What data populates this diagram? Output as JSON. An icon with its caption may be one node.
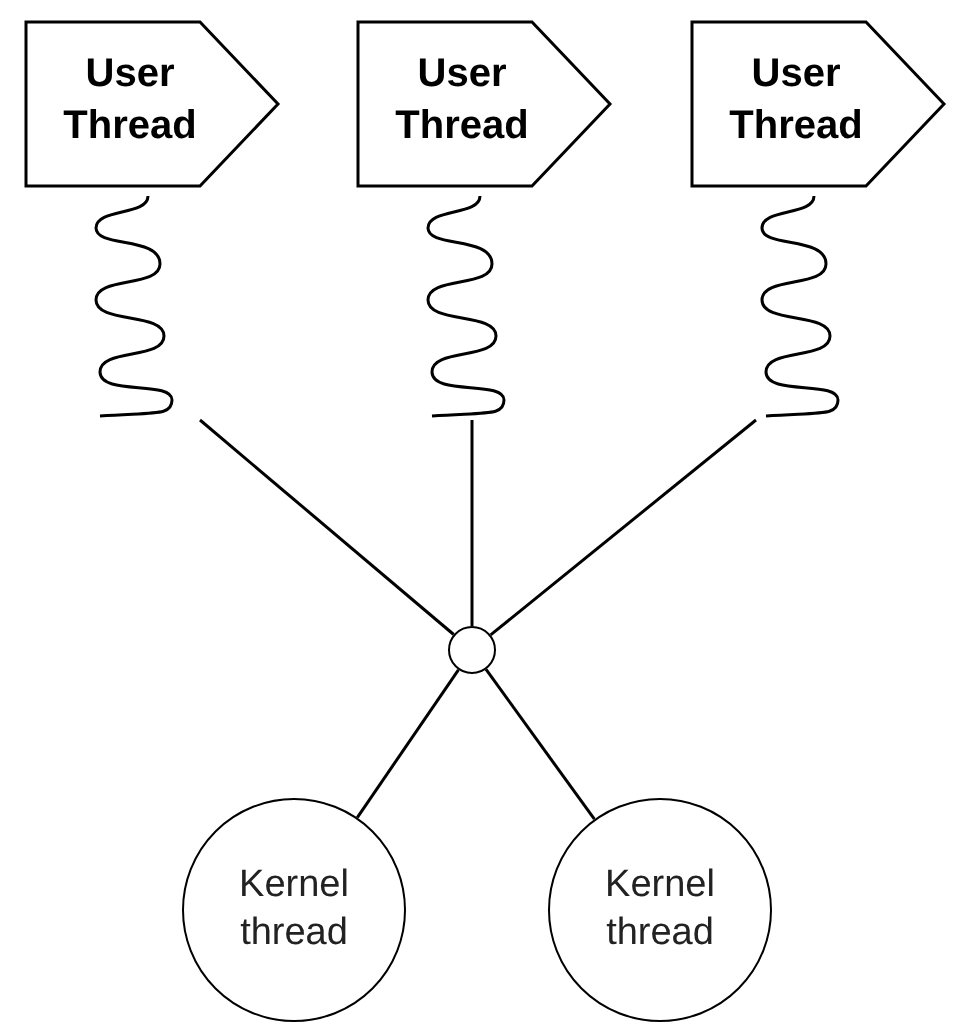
{
  "diagram": {
    "nodes": [
      {
        "text": [
          "User Thread"
        ]
      },
      {
        "text": [
          "User Thread"
        ]
      },
      {
        "text": [
          "User Thread"
        ]
      },
      {
        "text": [],
        "shape": "circle"
      },
      {
        "text": [
          "Kernel thread"
        ]
      },
      {
        "text": [
          "Kernel thread"
        ]
      }
    ],
    "edges": [
      {
        "from": 0,
        "to": 3,
        "arrow": "none"
      },
      {
        "from": 1,
        "to": 3,
        "arrow": "none"
      },
      {
        "from": 2,
        "to": 3,
        "arrow": "none"
      },
      {
        "from": 3,
        "to": 4,
        "arrow": "none"
      },
      {
        "from": 3,
        "to": 5,
        "arrow": "none"
      }
    ]
  }
}
